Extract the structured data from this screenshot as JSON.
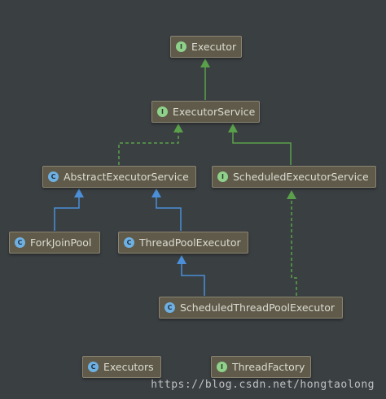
{
  "nodes": {
    "executor": {
      "label": "Executor",
      "badge": "I"
    },
    "executor_service": {
      "label": "ExecutorService",
      "badge": "I"
    },
    "abstract_executor_service": {
      "label": "AbstractExecutorService",
      "badge": "C"
    },
    "scheduled_executor_service": {
      "label": "ScheduledExecutorService",
      "badge": "I"
    },
    "fork_join_pool": {
      "label": "ForkJoinPool",
      "badge": "C"
    },
    "thread_pool_executor": {
      "label": "ThreadPoolExecutor",
      "badge": "C"
    },
    "scheduled_thread_pool_executor": {
      "label": "ScheduledThreadPoolExecutor",
      "badge": "C"
    },
    "executors": {
      "label": "Executors",
      "badge": "C"
    },
    "thread_factory": {
      "label": "ThreadFactory",
      "badge": "I"
    }
  },
  "watermark": "https://blog.csdn.net/hongtaolong",
  "colors": {
    "background": "#3a3f42",
    "node_fill": "#5f5a49",
    "extends_interface_arrow": "#5aa04a",
    "implements_arrow": "#5aa04a",
    "extends_class_arrow": "#4a8fd8"
  }
}
